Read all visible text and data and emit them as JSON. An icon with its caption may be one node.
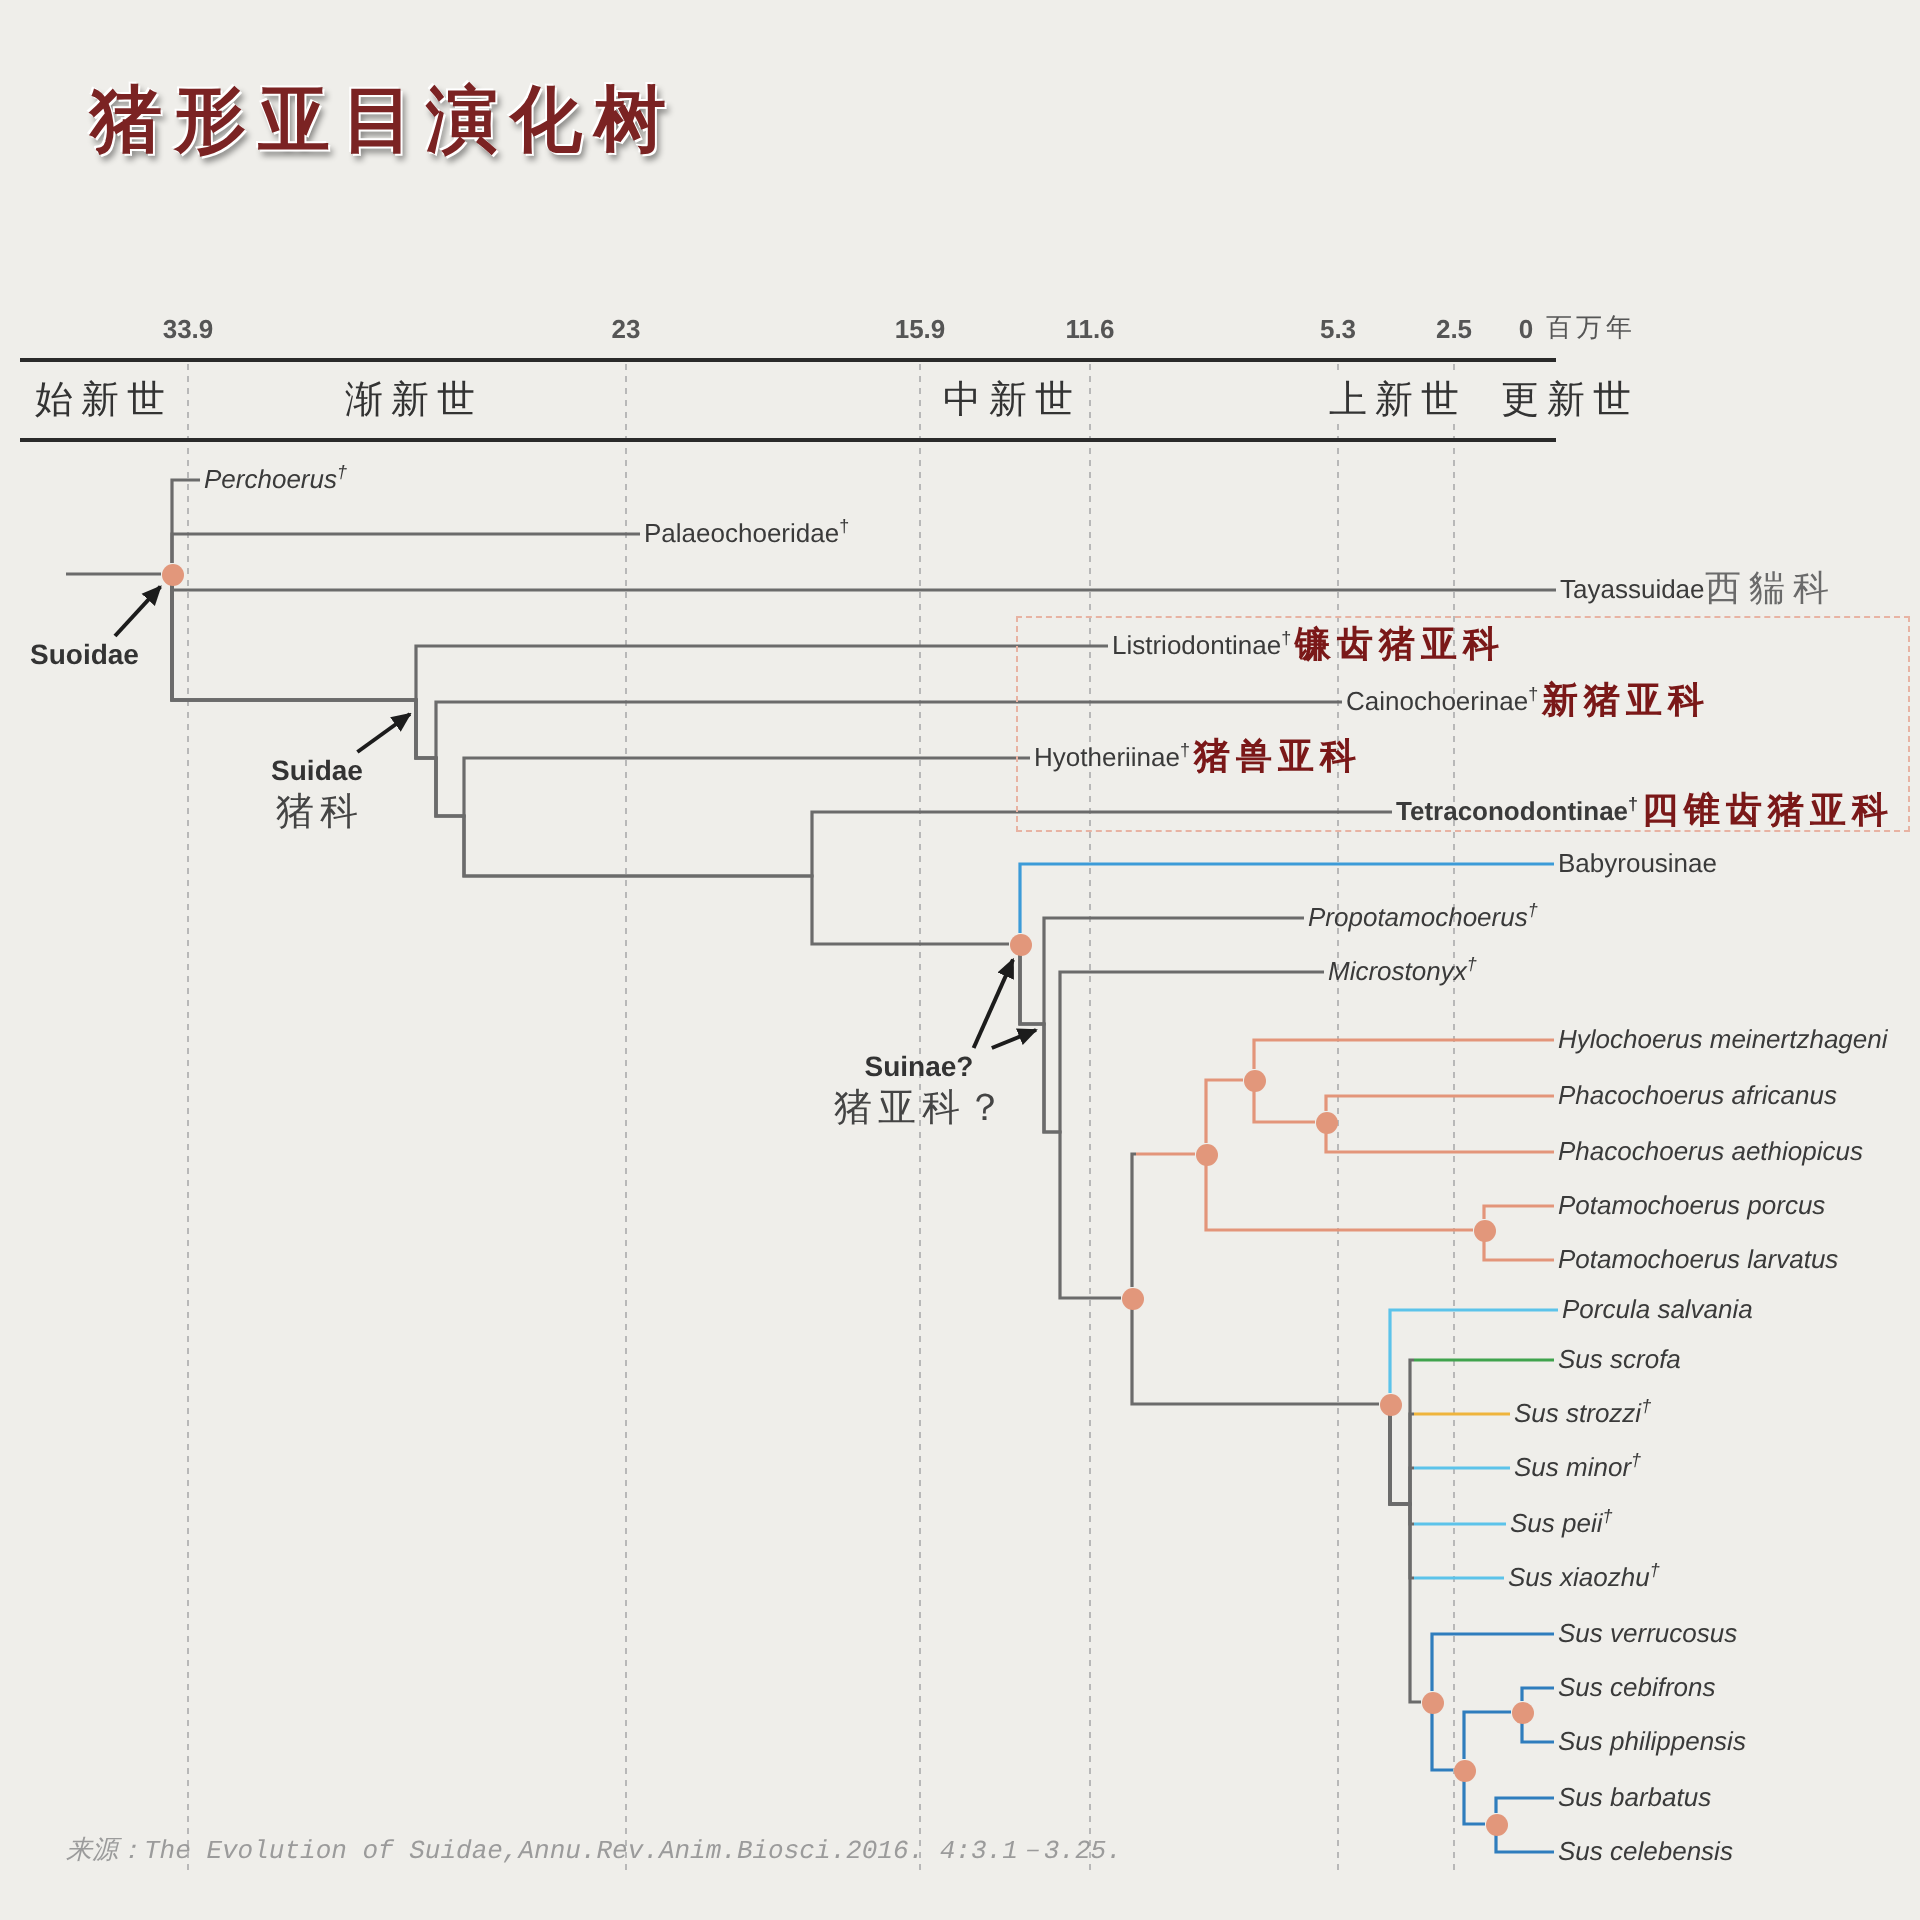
{
  "diagram": {
    "title": "猪形亚目演化树",
    "caption": "来源：The Evolution of Suidae,Annu.Rev.Anim.Biosci.2016. 4:3.1－3.25.",
    "nodes": [
      {
        "text": [
          "Perchoerus$^{†}$"
        ]
      },
      {
        "text": [
          "Palaeochoeridae$^{†}$"
        ]
      },
      {
        "text": [],
        "shape": "circle"
      },
      {
        "text": [
          "Tayassuidae",
          "西貒科"
        ]
      },
      {
        "text": [
          "Suoidae"
        ]
      },
      {
        "text": [],
        "shape": "box"
      },
      {
        "text": [
          "Listriodontinae$^{†}$",
          "镰齿猪亚科"
        ],
        "in": 5
      },
      {
        "text": [
          "Cainochoerinae$^{†}$",
          "新猪亚科"
        ],
        "in": 5
      },
      {
        "text": [
          "Hyotheriinae$^{†}$",
          "猪兽亚科"
        ],
        "in": 5
      },
      {
        "text": [
          "Suidae",
          "猪科"
        ]
      },
      {
        "text": [
          "Tetraconodontinae$^{†}$",
          "四锥齿猪亚科"
        ],
        "in": 5
      },
      {
        "text": [
          "Babyrousinae"
        ]
      },
      {
        "text": [
          "Propotamochoerus$^{†}$"
        ]
      },
      {
        "text": [],
        "shape": "circle"
      },
      {
        "text": [
          "Microstonyx$^{†}$"
        ]
      },
      {
        "text": [
          "Hylochoerus meinertzhageni"
        ]
      },
      {
        "text": [
          "Suinae?",
          "猪亚科？"
        ]
      },
      {
        "text": [],
        "shape": "circle"
      },
      {
        "text": [
          "Phacochoerus africanus"
        ]
      },
      {
        "text": [],
        "shape": "circle"
      },
      {
        "text": [
          "Phacochoerus aethiopicus"
        ]
      },
      {
        "text": [],
        "shape": "circle"
      },
      {
        "text": [
          "Potamochoerus porcus"
        ]
      },
      {
        "text": [],
        "shape": "circle"
      },
      {
        "text": [
          "Potamochoerus larvatus"
        ]
      },
      {
        "text": [],
        "shape": "circle"
      },
      {
        "text": [
          "Porcula salvania"
        ]
      },
      {
        "text": [
          "Sus scrofa"
        ]
      },
      {
        "text": [],
        "shape": "circle"
      },
      {
        "text": [
          "Sus strozzi$^{†}$"
        ]
      },
      {
        "text": [
          "Sus minor$^{†}$"
        ]
      },
      {
        "text": [
          "Sus peii$^{†}$"
        ]
      },
      {
        "text": [
          "Sus xiaozhu$^{†}$"
        ]
      },
      {
        "text": [
          "Sus verrucosus"
        ]
      },
      {
        "text": [
          "Sus cebifrons"
        ]
      },
      {
        "text": [],
        "shape": "circle"
      },
      {
        "text": [],
        "shape": "circle"
      },
      {
        "text": [
          "Sus philippensis"
        ]
      },
      {
        "text": [],
        "shape": "circle"
      },
      {
        "text": [
          "Sus barbatus"
        ]
      },
      {
        "text": [],
        "shape": "circle"
      },
      {
        "text": [
          "Sus celebensis"
        ]
      }
    ],
    "edges": [
      {
        "from": null,
        "to": 2,
        "arrow": "none"
      },
      {
        "from": 2,
        "to": 0,
        "arrow": "none"
      },
      {
        "from": 2,
        "to": 1,
        "arrow": "none"
      },
      {
        "from": 2,
        "to": 3,
        "arrow": "none"
      },
      {
        "from": 2,
        "to": 6,
        "arrow": "none"
      },
      {
        "from": 2,
        "to": 7,
        "arrow": "none"
      },
      {
        "from": 2,
        "to": 8,
        "arrow": "none"
      },
      {
        "from": 2,
        "to": 10,
        "arrow": "none"
      },
      {
        "from": 2,
        "to": 13,
        "arrow": "none"
      },
      {
        "from": 13,
        "to": 11,
        "arrow": "none",
        "color": "#3c9bd8"
      },
      {
        "from": 13,
        "to": 12,
        "arrow": "none"
      },
      {
        "from": 13,
        "to": 14,
        "arrow": "none"
      },
      {
        "from": 13,
        "to": 25,
        "arrow": "none"
      },
      {
        "from": 25,
        "to": 21,
        "arrow": "none",
        "color": "#e3957a"
      },
      {
        "from": 25,
        "to": 28,
        "arrow": "none"
      },
      {
        "from": 21,
        "to": 17,
        "arrow": "none",
        "color": "#e3957a"
      },
      {
        "from": 21,
        "to": 23,
        "arrow": "none",
        "color": "#e3957a"
      },
      {
        "from": 17,
        "to": 15,
        "arrow": "none",
        "color": "#e3957a"
      },
      {
        "from": 17,
        "to": 19,
        "arrow": "none",
        "color": "#e3957a"
      },
      {
        "from": 19,
        "to": 18,
        "arrow": "none",
        "color": "#e3957a"
      },
      {
        "from": 19,
        "to": 20,
        "arrow": "none",
        "color": "#e3957a"
      },
      {
        "from": 23,
        "to": 22,
        "arrow": "none",
        "color": "#e3957a"
      },
      {
        "from": 23,
        "to": 24,
        "arrow": "none",
        "color": "#e3957a"
      },
      {
        "from": 28,
        "to": 26,
        "arrow": "none",
        "color": "#5cc3ea"
      },
      {
        "from": 28,
        "to": 27,
        "arrow": "none",
        "color": "#3fa34d"
      },
      {
        "from": 28,
        "to": 29,
        "arrow": "none",
        "color": "#efb43c"
      },
      {
        "from": 28,
        "to": 30,
        "arrow": "none",
        "color": "#5cc3ea"
      },
      {
        "from": 28,
        "to": 31,
        "arrow": "none",
        "color": "#5cc3ea"
      },
      {
        "from": 28,
        "to": 32,
        "arrow": "none",
        "color": "#5cc3ea"
      },
      {
        "from": 28,
        "to": 35,
        "arrow": "none"
      },
      {
        "from": 35,
        "to": 33,
        "arrow": "none",
        "color": "#2f7dbd"
      },
      {
        "from": 35,
        "to": 38,
        "arrow": "none",
        "color": "#2f7dbd"
      },
      {
        "from": 38,
        "to": 36,
        "arrow": "none",
        "color": "#2f7dbd"
      },
      {
        "from": 38,
        "to": 40,
        "arrow": "none",
        "color": "#2f7dbd"
      },
      {
        "from": 36,
        "to": 34,
        "arrow": "none",
        "color": "#2f7dbd"
      },
      {
        "from": 36,
        "to": 37,
        "arrow": "none",
        "color": "#2f7dbd"
      },
      {
        "from": 40,
        "to": 39,
        "arrow": "none",
        "color": "#2f7dbd"
      },
      {
        "from": 40,
        "to": 41,
        "arrow": "none",
        "color": "#2f7dbd"
      },
      {
        "from": 4,
        "to": 2,
        "arrow": "to",
        "color": "#1c1c1c"
      },
      {
        "from": 9,
        "to": null,
        "arrow": "to",
        "color": "#1c1c1c"
      },
      {
        "from": 16,
        "to": 13,
        "arrow": "to",
        "color": "#1c1c1c"
      },
      {
        "from": 16,
        "to": null,
        "arrow": "to",
        "color": "#1c1c1c"
      }
    ],
    "labels": [
      "33.9",
      "23",
      "15.9",
      "11.6",
      "5.3",
      "2.5",
      "0",
      "百万年",
      "始新世",
      "渐新世",
      "中新世",
      "上新世",
      "更新世"
    ]
  }
}
